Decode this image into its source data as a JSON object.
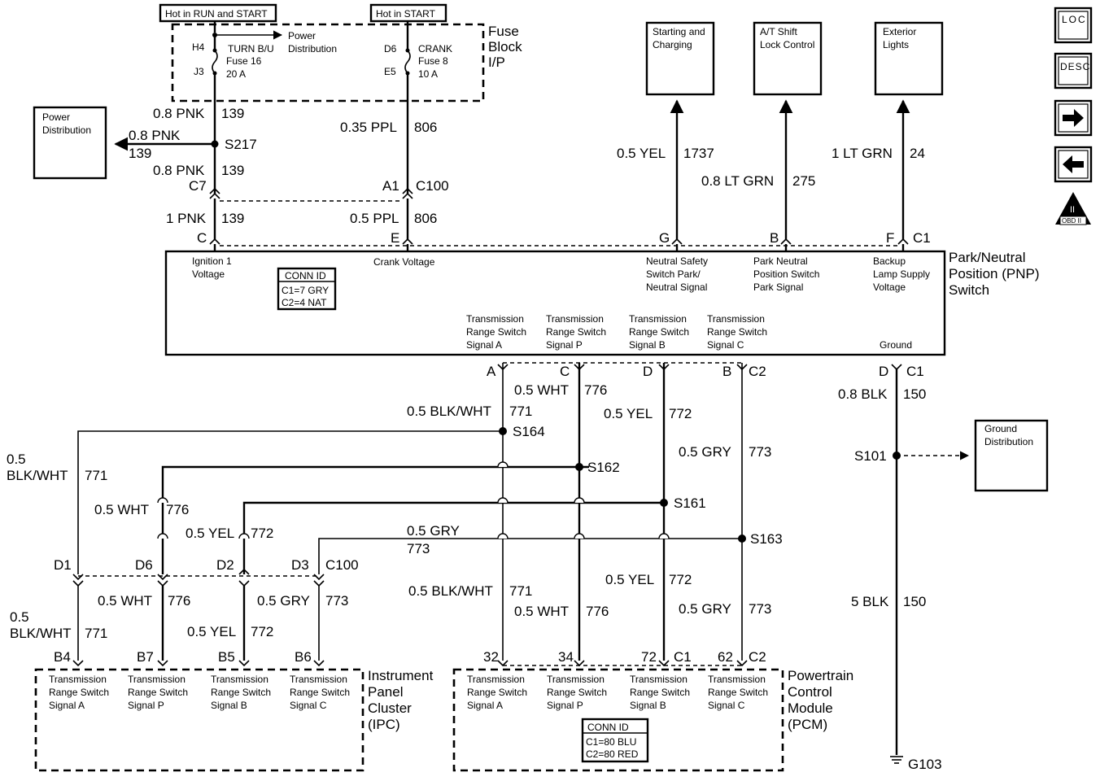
{
  "fuse_block": {
    "hot_run_start": "Hot in RUN and START",
    "hot_start": "Hot in START",
    "title_l1": "Fuse",
    "title_l2": "Block",
    "title_l3": "I/P",
    "h4": "H4",
    "j3": "J3",
    "d6": "D6",
    "e5": "E5",
    "fuse16_l1": "TURN B/U",
    "fuse16_l2": "Fuse 16",
    "fuse16_l3": "20 A",
    "fuse8_l1": "CRANK",
    "fuse8_l2": "Fuse 8",
    "fuse8_l3": "10 A",
    "power_dist_l1": "Power",
    "power_dist_l2": "Distribution"
  },
  "power_distribution_box": {
    "l1": "Power",
    "l2": "Distribution"
  },
  "top_boxes": {
    "starting_l1": "Starting and",
    "starting_l2": "Charging",
    "shift_l1": "A/T Shift",
    "shift_l2": "Lock Control",
    "ext_l1": "Exterior",
    "ext_l2": "Lights"
  },
  "nav": {
    "loc": "LOC",
    "desc": "DESC",
    "obd": "OBD II"
  },
  "upper_wires": {
    "w139a_size": "0.8 PNK",
    "w139a_num": "139",
    "w139b_size": "0.8 PNK",
    "w139b_num": "139",
    "w139c_size": "0.8 PNK",
    "w139c_num": "139",
    "w139d_size": "1 PNK",
    "w139d_num": "139",
    "w806a_size": "0.35 PPL",
    "w806a_num": "806",
    "w806b_size": "0.5 PPL",
    "w806b_num": "806",
    "s217": "S217",
    "c7": "C7",
    "a1": "A1",
    "c100": "C100",
    "w1737_size": "0.5 YEL",
    "w1737_num": "1737",
    "w275_size": "0.8 LT GRN",
    "w275_num": "275",
    "w24_size": "1 LT GRN",
    "w24_num": "24"
  },
  "pnp_switch": {
    "pin_c": "C",
    "pin_e": "E",
    "pin_g": "G",
    "pin_b": "B",
    "pin_f": "F",
    "c1": "C1",
    "title_l1": "Park/Neutral",
    "title_l2": "Position (PNP)",
    "title_l3": "Switch",
    "ign_l1": "Ignition 1",
    "ign_l2": "Voltage",
    "crank": "Crank Voltage",
    "conn_id": "CONN ID",
    "conn_c1": "C1=7 GRY",
    "conn_c2": "C2=4 NAT",
    "ns_l1": "Neutral Safety",
    "ns_l2": "Switch Park/",
    "ns_l3": "Neutral Signal",
    "pn_l1": "Park Neutral",
    "pn_l2": "Position Switch",
    "pn_l3": "Park Signal",
    "bu_l1": "Backup",
    "bu_l2": "Lamp Supply",
    "bu_l3": "Voltage",
    "trs_l1": "Transmission",
    "trs_l2": "Range Switch",
    "sig_a": "Signal A",
    "sig_p": "Signal P",
    "sig_b": "Signal B",
    "sig_c": "Signal C",
    "ground": "Ground",
    "pin_a": "A",
    "pin_c2": "C",
    "pin_d": "D",
    "pin_b2": "B",
    "c2": "C2",
    "pin_d2": "D",
    "c1b": "C1"
  },
  "mid_wires": {
    "w776_size": "0.5 WHT",
    "w776_num": "776",
    "w771_size": "0.5 BLK/WHT",
    "w771_num": "771",
    "w772_size": "0.5 YEL",
    "w772_num": "772",
    "w773_size": "0.5 GRY",
    "w773_num": "773",
    "s164": "S164",
    "s162": "S162",
    "s161": "S161",
    "s163": "S163",
    "left771_l1": "0.5",
    "left771_l2": "BLK/WHT",
    "left771_num": "771",
    "left776_size": "0.5 WHT",
    "left776_num": "776",
    "left772_size": "0.5 YEL",
    "left772_num": "772",
    "gry_top_size": "0.5 GRY",
    "gry_top_num": "773",
    "w150a_size": "0.8 BLK",
    "w150a_num": "150",
    "s101": "S101",
    "ground_dist_l1": "Ground",
    "ground_dist_l2": "Distribution"
  },
  "c100_lower": {
    "d1": "D1",
    "d6": "D6",
    "d2": "D2",
    "d3": "D3",
    "c100": "C100",
    "l771_l1": "0.5",
    "l771_l2": "BLK/WHT",
    "l771_num": "771",
    "l776_size": "0.5 WHT",
    "l776_num": "776",
    "l772_size": "0.5 YEL",
    "l772_num": "772",
    "l773_size": "0.5 GRY",
    "l773_num": "773",
    "r771_size": "0.5 BLK/WHT",
    "r771_num": "771",
    "r776_size": "0.5 WHT",
    "r776_num": "776",
    "r772_size": "0.5 YEL",
    "r772_num": "772",
    "r773_size": "0.5 GRY",
    "r773_num": "773",
    "w150b_size": "5 BLK",
    "w150b_num": "150",
    "g103": "G103"
  },
  "ipc": {
    "b4": "B4",
    "b7": "B7",
    "b5": "B5",
    "b6": "B6",
    "title_l1": "Instrument",
    "title_l2": "Panel",
    "title_l3": "Cluster",
    "title_l4": "(IPC)",
    "trs_l1": "Transmission",
    "trs_l2": "Range Switch",
    "sig_a": "Signal A",
    "sig_p": "Signal P",
    "sig_b": "Signal B",
    "sig_c": "Signal C"
  },
  "pcm": {
    "p32": "32",
    "p34": "34",
    "p72": "72",
    "c1": "C1",
    "p62": "62",
    "c2": "C2",
    "title_l1": "Powertrain",
    "title_l2": "Control",
    "title_l3": "Module",
    "title_l4": "(PCM)",
    "trs_l1": "Transmission",
    "trs_l2": "Range Switch",
    "sig_a": "Signal A",
    "sig_p": "Signal P",
    "sig_b": "Signal B",
    "sig_c": "Signal C",
    "conn_id": "CONN ID",
    "conn_c1": "C1=80 BLU",
    "conn_c2": "C2=80 RED"
  }
}
